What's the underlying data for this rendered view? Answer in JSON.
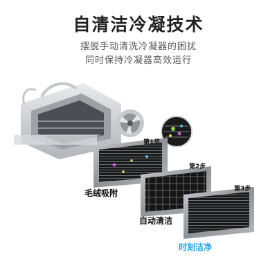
{
  "header": {
    "title": "自清洁冷凝技术",
    "subtitle_line1": "摆脱手动清洗冷凝器的困扰",
    "subtitle_line2": "同时保持冷凝器高效运行"
  },
  "steps": [
    {
      "badge": "第1步",
      "label": "毛绒吸附"
    },
    {
      "badge": "第2步",
      "label": "自动清洁"
    },
    {
      "badge": "第3步",
      "label": "时刻洁净"
    }
  ],
  "colors": {
    "accent": "#1ea3e8",
    "frame": "#9aa0a6",
    "title": "#222222"
  },
  "icons": [
    "condenser-unit-illustration",
    "fan-illustration",
    "magnified-lint-icon"
  ]
}
